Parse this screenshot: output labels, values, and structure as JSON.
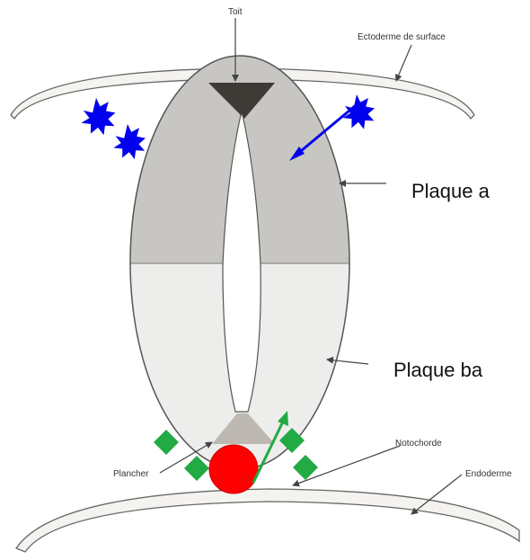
{
  "labels": {
    "toit": "Toit",
    "ectoderme": "Ectoderme de surface",
    "plaque_alaire": "Plaque a",
    "plaque_basale": "Plaque ba",
    "notochorde": "Notochorde",
    "plancher": "Plancher",
    "endoderme": "Endoderme"
  },
  "colors": {
    "alar_fill": "#c8c6c2",
    "basal_fill": "#ededeb",
    "roof_fill": "#3e3a36",
    "floor_fill": "#bdb8b1",
    "outline": "#555555",
    "blue_signal": "#0000ee",
    "green_signal": "#22aa44",
    "notochord": "#ff0000"
  },
  "icons": [
    "blue-star-icon",
    "green-diamond-icon",
    "red-circle-icon",
    "arrow-icon"
  ]
}
